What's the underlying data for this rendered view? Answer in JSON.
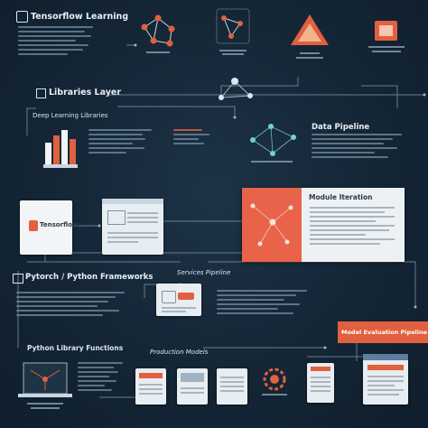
{
  "sections": {
    "top_header": "Tensorflow Learning",
    "libraries_header": "Libraries Layer",
    "libraries_sub": "Deep Learning Libraries",
    "right_header": "Data Pipeline",
    "tool_header": "Pytorch / Python Frameworks",
    "services_header": "Services Pipeline",
    "middle_badge": "Tensorflow",
    "right_card_header": "Module Iteration",
    "bottom_left_header": "Python Library Functions",
    "bottom_middle_header": "Production Models",
    "callout": "Model Evaluation Pipeline"
  },
  "colors": {
    "background": "#142636",
    "accent": "#e0603f",
    "wire": "#7a93a7",
    "card": "#e8edf1"
  },
  "icons": [
    "network-graph-icon",
    "triangle-icon",
    "bar-chart-icon",
    "laptop-icon",
    "gear-icon",
    "document-icon"
  ]
}
